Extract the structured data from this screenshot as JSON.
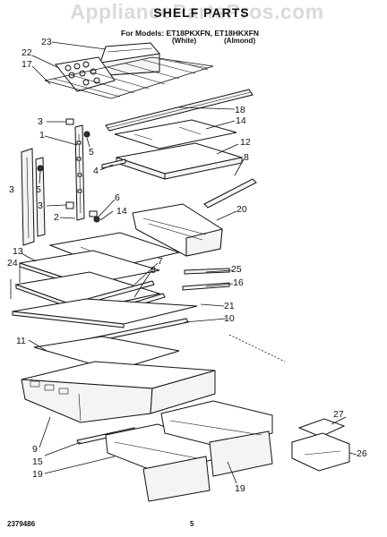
{
  "header": {
    "title": "SHELF PARTS",
    "model_line": "For Models: ET18PKXFN, ET18HKXFN",
    "color_white": "(White)",
    "color_almond": "(Almond)",
    "watermark": "AppliancePartsPros.com"
  },
  "callouts": {
    "c1": "1",
    "c2": "2",
    "c3a": "3",
    "c3b": "3",
    "c3c": "3",
    "c4": "4",
    "c5a": "5",
    "c5b": "5",
    "c6": "6",
    "c7": "7",
    "c8a": "8",
    "c8b": "8",
    "c9": "9",
    "c10": "10",
    "c11": "11",
    "c12": "12",
    "c13": "13",
    "c14a": "14",
    "c14b": "14",
    "c15": "15",
    "c16": "16",
    "c17": "17",
    "c18": "18",
    "c19a": "19",
    "c19b": "19",
    "c20": "20",
    "c21": "21",
    "c22": "22",
    "c23": "23",
    "c24": "24",
    "c25": "25",
    "c26": "26",
    "c27": "27"
  },
  "footer": {
    "part_number": "2379486",
    "page_number": "5"
  }
}
